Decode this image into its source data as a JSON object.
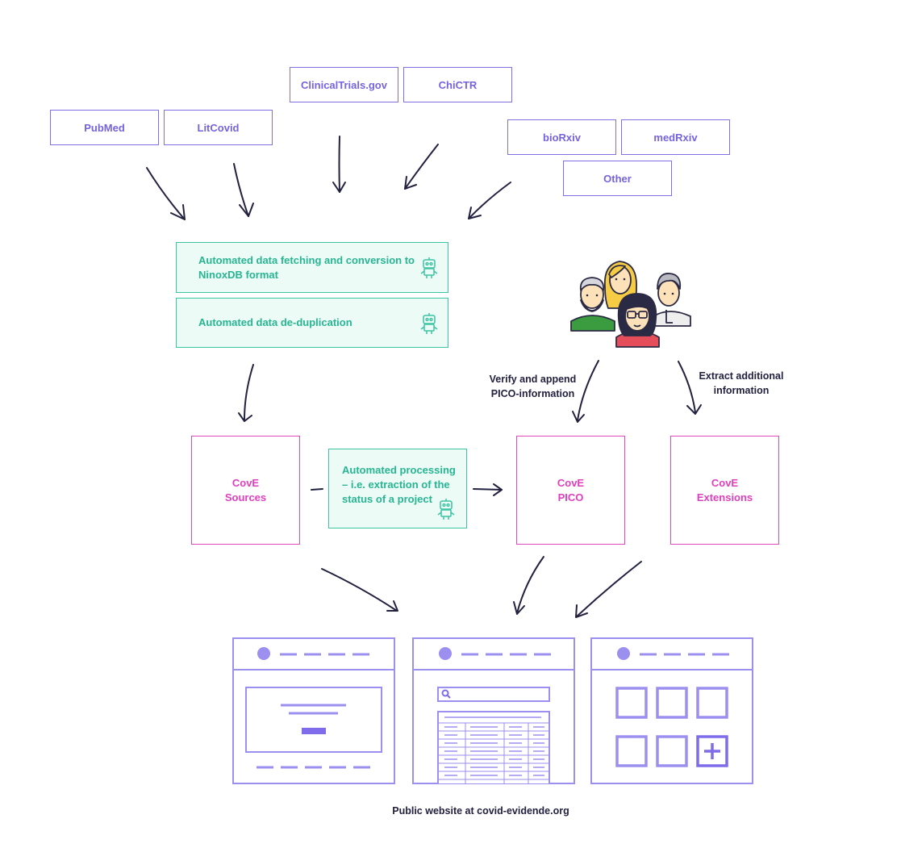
{
  "sources": {
    "pubmed": "PubMed",
    "litcovid": "LitCovid",
    "clinicaltrials": "ClinicalTrials.gov",
    "chictr": "ChiCTR",
    "biorxiv": "bioRxiv",
    "medrxiv": "medRxiv",
    "other": "Other"
  },
  "automation": {
    "fetching": "Automated data fetching and conversion to NinoxDB format",
    "dedup": "Automated data de-duplication",
    "processing": "Automated processing – i.e. extraction of the status of a project"
  },
  "annotations": {
    "verify": "Verify and append PICO-information",
    "extract": "Extract additional information"
  },
  "cove": {
    "sources": {
      "line1": "CovE",
      "line2": "Sources"
    },
    "pico": {
      "line1": "CovE",
      "line2": "PICO"
    },
    "extensions": {
      "line1": "CovE",
      "line2": "Extensions"
    }
  },
  "footer": "Public website at covid-evidende.org",
  "colors": {
    "source_accent": "#7563df",
    "automation_accent": "#28b592",
    "automation_fill": "#ecfbf6",
    "cove_accent": "#df3fbd",
    "arrow": "#232140",
    "website_accent": "#9b8ff0"
  },
  "icons": [
    "robot-icon",
    "people-group-icon",
    "search-icon",
    "plus-icon"
  ]
}
